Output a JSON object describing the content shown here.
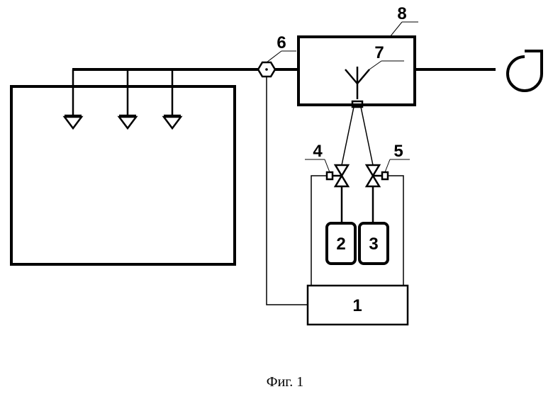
{
  "labels": {
    "control_unit": "1",
    "cylinder_a": "2",
    "cylinder_b": "3",
    "valve_left": "4",
    "valve_right": "5",
    "sensor": "6",
    "nozzle": "7",
    "chamber": "8"
  },
  "caption": "Фиг. 1",
  "colors": {
    "line": "#000000",
    "background": "#ffffff"
  }
}
